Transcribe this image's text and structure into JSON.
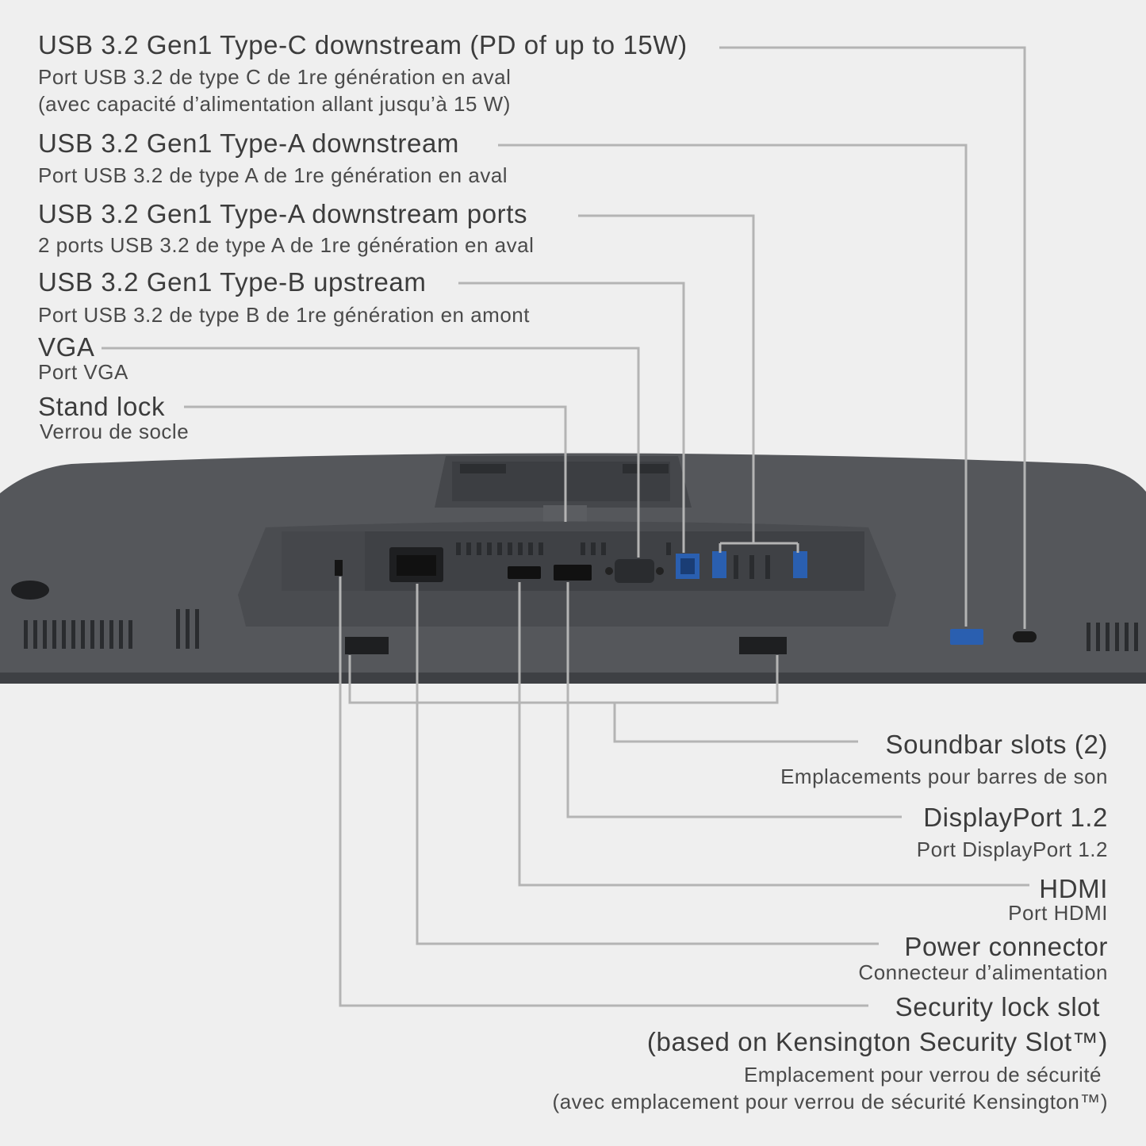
{
  "callouts_top": [
    {
      "title": "USB 3.2 Gen1 Type-C downstream (PD of up to 15W)",
      "sub": [
        "Port USB 3.2 de type C de 1re génération en aval",
        "(avec capacité d’alimentation allant jusqu’à 15 W)"
      ]
    },
    {
      "title": "USB 3.2 Gen1 Type-A downstream",
      "sub": [
        "Port USB 3.2 de type A de 1re génération en aval"
      ]
    },
    {
      "title": "USB 3.2 Gen1 Type-A downstream ports",
      "sub": [
        "2 ports USB 3.2 de type A de 1re génération en aval"
      ]
    },
    {
      "title": "USB 3.2 Gen1 Type-B upstream",
      "sub": [
        "Port USB 3.2 de type B de 1re génération en amont"
      ]
    },
    {
      "title": "VGA",
      "sub": [
        "Port VGA"
      ]
    },
    {
      "title": "Stand lock",
      "sub": [
        "Verrou de socle"
      ]
    }
  ],
  "callouts_bottom": [
    {
      "title": "Soundbar slots (2)",
      "sub": [
        "Emplacements pour barres de son"
      ]
    },
    {
      "title": "DisplayPort 1.2",
      "sub": [
        "Port DisplayPort 1.2"
      ]
    },
    {
      "title": "HDMI",
      "sub": [
        "Port HDMI"
      ]
    },
    {
      "title": "Power connector",
      "sub": [
        "Connecteur d’alimentation"
      ]
    },
    {
      "title": "Security lock slot",
      "title2": "(based on Kensington Security Slot™)",
      "sub": [
        "Emplacement pour verrou de sécurité",
        "(avec emplacement pour verrou de sécurité Kensington™)"
      ]
    }
  ],
  "colors": {
    "background": "#efefef",
    "leader_line": "#b4b4b4",
    "monitor_body": "#505256",
    "port_blue": "#2a5fb0"
  }
}
